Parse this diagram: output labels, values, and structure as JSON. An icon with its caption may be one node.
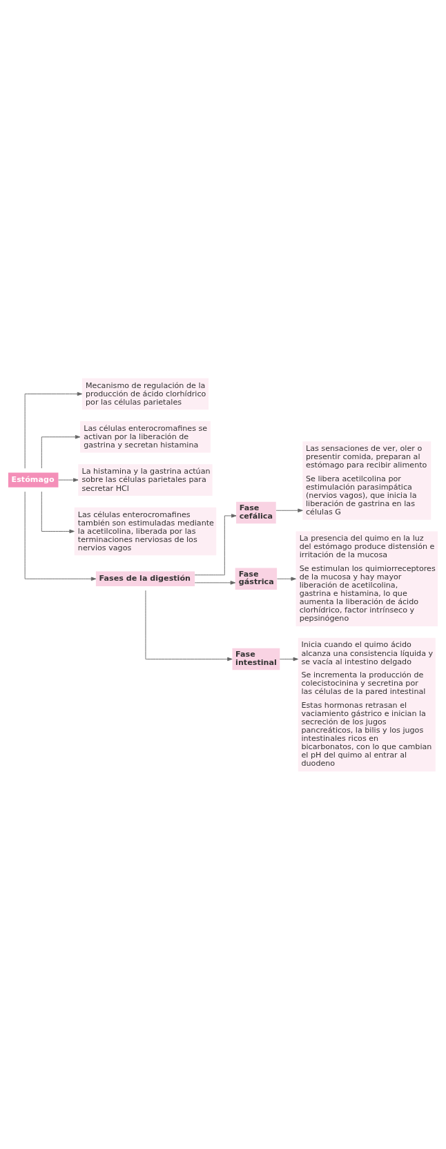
{
  "diagram": {
    "nodes": [
      {
        "text": [
          "Estómago"
        ]
      },
      {
        "text": [
          "Mecanismo de regulación de la producción de ácido clorhídrico por las células parietales"
        ]
      },
      {
        "text": [
          "Las células enterocromafines se activan por la liberación de gastrina y secretan histamina"
        ]
      },
      {
        "text": [
          "La histamina y la gastrina actúan sobre las células parietales para secretar HCl"
        ]
      },
      {
        "text": [
          "Las células enterocromafines también son estimuladas mediante la acetilcolina, liberada por las terminaciones nerviosas de los nervios vagos"
        ]
      },
      {
        "text": [
          "Fases de la digestión"
        ]
      },
      {
        "text": [
          "Fase cefálica"
        ]
      },
      {
        "text": [
          "Las sensaciones de ver, oler o presentir comida, preparan al estómago para recibir alimento",
          "Se libera acetilcolina por estimulación parasimpática (nervios vagos), que inicia la liberación de gastrina en las células G"
        ]
      },
      {
        "text": [
          "Fase gástrica"
        ]
      },
      {
        "text": [
          "La presencia del quimo en la luz del estómago produce distensión e irritación de la mucosa",
          "Se estimulan los quimiorreceptores de la mucosa y hay mayor liberación de acetilcolina, gastrina e histamina, lo que aumenta la liberación de ácido clorhídrico, factor intrínseco y pepsinógeno"
        ]
      },
      {
        "text": [
          "Fase intestinal"
        ]
      },
      {
        "text": [
          "Inicia cuando el quimo ácido alcanza una consistencia líquida y se vacía al intestino delgado",
          "Se incrementa la producción de colecistocinina y secretina por las células de la pared intestinal",
          "Estas hormonas retrasan el vaciamiento gástrico e inician la secreción de los jugos pancreáticos, la bilis y los jugos intestinales ricos en bicarbonatos, con lo que cambian el pH del quimo al entrar al duodeno"
        ]
      }
    ],
    "edges": [
      {
        "from": 0,
        "to": 1,
        "arrow": "to"
      },
      {
        "from": 0,
        "to": 2,
        "arrow": "to"
      },
      {
        "from": 0,
        "to": 3,
        "arrow": "to"
      },
      {
        "from": 0,
        "to": 4,
        "arrow": "to"
      },
      {
        "from": 0,
        "to": 5,
        "arrow": "to"
      },
      {
        "from": 5,
        "to": 6,
        "arrow": "to"
      },
      {
        "from": 5,
        "to": 8,
        "arrow": "to"
      },
      {
        "from": 5,
        "to": 10,
        "arrow": "to"
      },
      {
        "from": 6,
        "to": 7,
        "arrow": "to"
      },
      {
        "from": 8,
        "to": 9,
        "arrow": "to"
      },
      {
        "from": 10,
        "to": 11,
        "arrow": "to"
      }
    ]
  }
}
